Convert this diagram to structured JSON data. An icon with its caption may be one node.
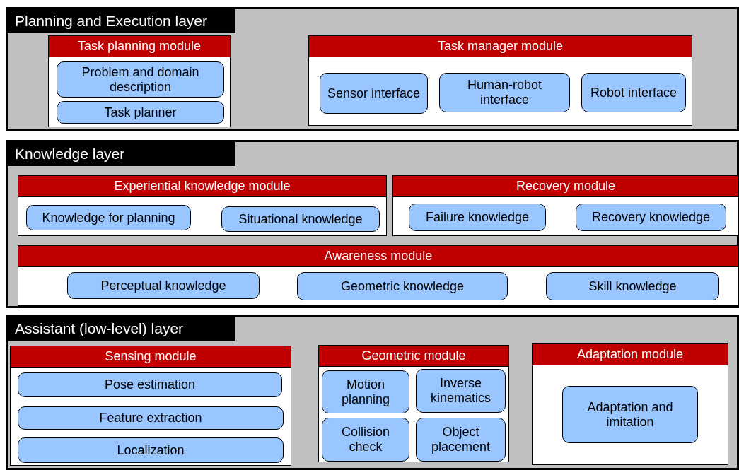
{
  "diagram": {
    "nodes": [
      {
        "text": [
          "Planning and Execution layer"
        ]
      },
      {
        "text": [
          "Task planning module"
        ],
        "in": 0
      },
      {
        "text": [
          "Problem and domain description"
        ],
        "in": 1
      },
      {
        "text": [
          "Task planner"
        ],
        "in": 1
      },
      {
        "text": [
          "Task manager module"
        ],
        "in": 0
      },
      {
        "text": [
          "Sensor interface"
        ],
        "in": 4
      },
      {
        "text": [
          "Human-robot interface"
        ],
        "in": 4
      },
      {
        "text": [
          "Robot interface"
        ],
        "in": 4
      },
      {
        "text": [
          "Knowledge layer"
        ]
      },
      {
        "text": [
          "Experiential knowledge module"
        ],
        "in": 8
      },
      {
        "text": [
          "Knowledge for planning"
        ],
        "in": 9
      },
      {
        "text": [
          "Situational knowledge"
        ],
        "in": 9
      },
      {
        "text": [
          "Recovery module"
        ],
        "in": 8
      },
      {
        "text": [
          "Failure knowledge"
        ],
        "in": 12
      },
      {
        "text": [
          "Recovery knowledge"
        ],
        "in": 12
      },
      {
        "text": [
          "Awareness module"
        ],
        "in": 8
      },
      {
        "text": [
          "Perceptual knowledge"
        ],
        "in": 15
      },
      {
        "text": [
          "Geometric knowledge"
        ],
        "in": 15
      },
      {
        "text": [
          "Skill knowledge"
        ],
        "in": 15
      },
      {
        "text": [
          "Assistant (low-level) layer"
        ]
      },
      {
        "text": [
          "Sensing module"
        ],
        "in": 19
      },
      {
        "text": [
          "Pose estimation"
        ],
        "in": 20
      },
      {
        "text": [
          "Feature extraction"
        ],
        "in": 20
      },
      {
        "text": [
          "Localization"
        ],
        "in": 20
      },
      {
        "text": [
          "Geometric module"
        ],
        "in": 19
      },
      {
        "text": [
          "Motion planning"
        ],
        "in": 24
      },
      {
        "text": [
          "Inverse kinematics"
        ],
        "in": 24
      },
      {
        "text": [
          "Collision check"
        ],
        "in": 24
      },
      {
        "text": [
          "Object placement"
        ],
        "in": 24
      },
      {
        "text": [
          "Adaptation module"
        ],
        "in": 19
      },
      {
        "text": [
          "Adaptation and imitation"
        ],
        "in": 29
      }
    ]
  }
}
